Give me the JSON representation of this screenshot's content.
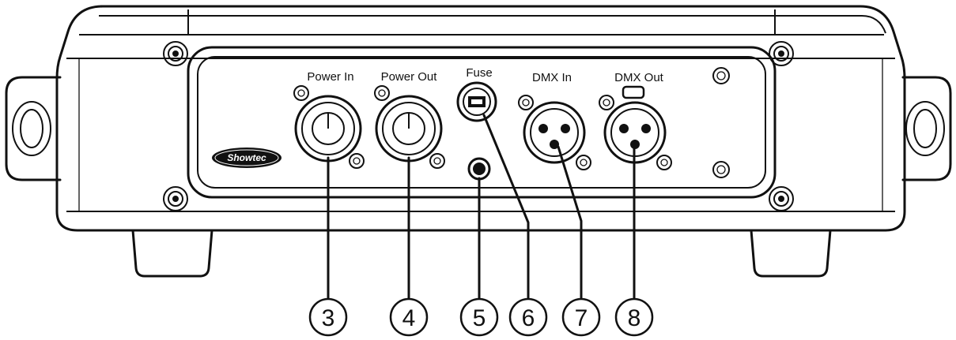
{
  "connectors": {
    "power_in": "Power In",
    "power_out": "Power Out",
    "fuse": "Fuse",
    "dmx_in": "DMX In",
    "dmx_out": "DMX Out"
  },
  "brand": {
    "logo_text": "Showtec"
  },
  "callouts": [
    "3",
    "4",
    "5",
    "6",
    "7",
    "8"
  ],
  "colors": {
    "line": "#111111",
    "background": "#ffffff"
  }
}
